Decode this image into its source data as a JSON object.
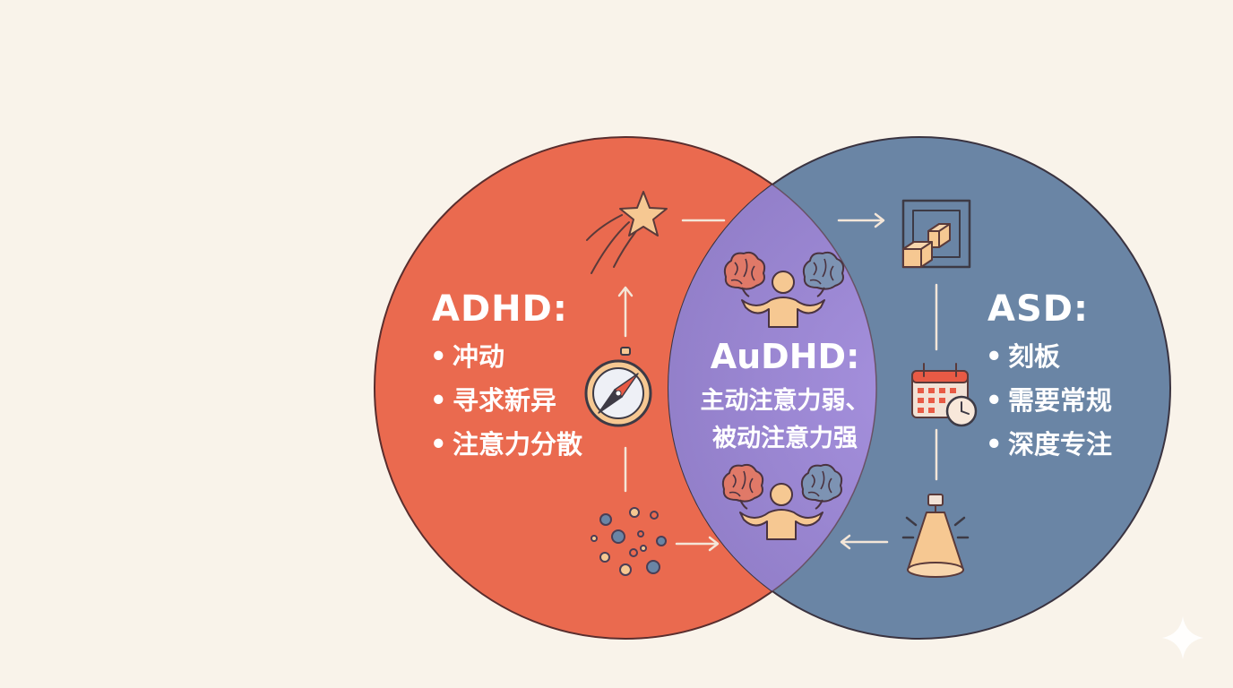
{
  "adhd": {
    "title": "ADHD:",
    "items": [
      "冲动",
      "寻求新异",
      "注意力分散"
    ],
    "color": "#ea6a4f"
  },
  "asd": {
    "title": "ASD:",
    "items": [
      "刻板",
      "需要常规",
      "深度专注"
    ],
    "color": "#6a85a5"
  },
  "audhd": {
    "title": "AuDHD:",
    "line1": "主动注意力弱、",
    "line2": "被动注意力强",
    "color": "#9b86d0"
  },
  "icons": {
    "adhd_side": [
      "shooting-star-icon",
      "compass-icon",
      "scattered-dots-icon"
    ],
    "asd_side": [
      "boxes-in-frame-icon",
      "calendar-clock-icon",
      "spotlight-icon"
    ],
    "overlap": [
      "brains-juggling-person-icon"
    ]
  },
  "colors": {
    "background": "#f9f3ea",
    "icon_fill": "#f6c892",
    "outline": "#5a3a3a",
    "arrow": "#f4e6d8"
  }
}
